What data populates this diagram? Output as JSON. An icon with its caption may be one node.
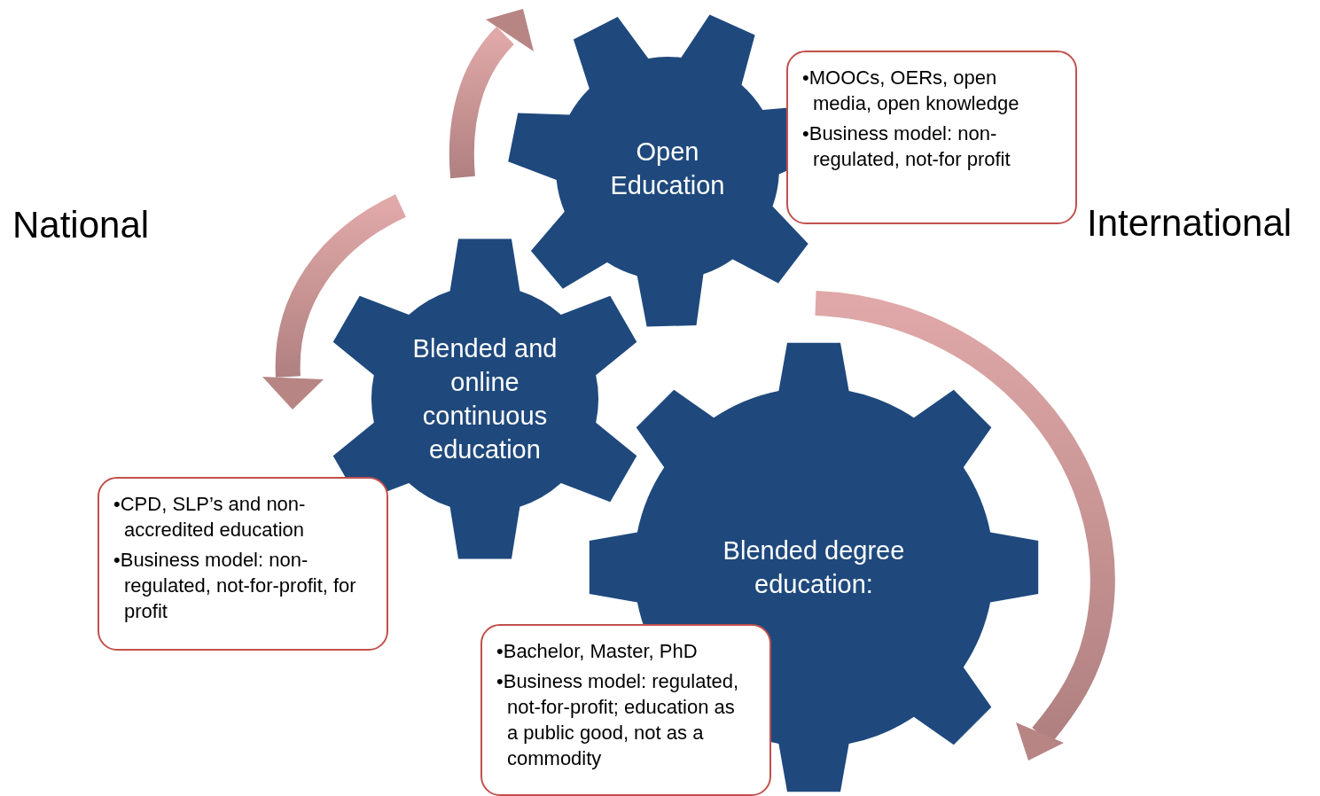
{
  "diagram": {
    "nodes": [
      {
        "text": [
          "Open Education"
        ]
      },
      {
        "text": [
          "•MOOCs, OERs, open media, open knowledge",
          "•Business model: non-regulated, not-for profit"
        ]
      },
      {
        "text": [
          "Blended and online continuous education"
        ]
      },
      {
        "text": [
          "•CPD, SLP’s and non-accredited education",
          "•Business model: non-regulated, not-for-profit, for profit"
        ]
      },
      {
        "text": [
          "Blended degree education:"
        ]
      },
      {
        "text": [
          "•Bachelor, Master, PhD",
          "•Business model: regulated, not-for-profit; education as a public good, not as a commodity"
        ]
      }
    ],
    "labels": [
      "National",
      "International"
    ]
  }
}
